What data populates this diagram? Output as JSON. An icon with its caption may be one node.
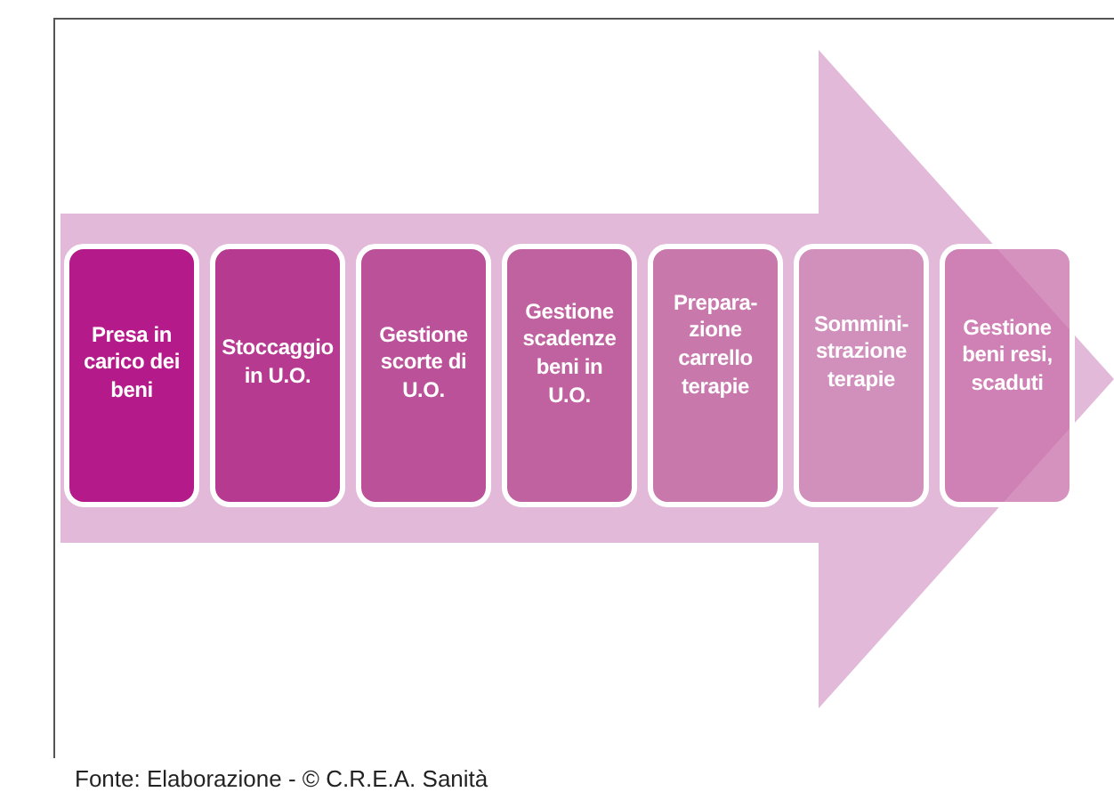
{
  "diagram": {
    "caption": "Fonte: Elaborazione - © C.R.E.A. Sanità",
    "nodes": [
      {
        "text": [],
        "shape": "arrow"
      },
      {
        "text": [
          "Presa in carico dei beni"
        ],
        "in": 0
      },
      {
        "text": [
          "Stoccaggio in U.O."
        ],
        "in": 0
      },
      {
        "text": [
          "Gestione scorte di U.O."
        ],
        "in": 0
      },
      {
        "text": [
          "Gestione scadenze beni in U.O."
        ],
        "in": 0
      },
      {
        "text": [
          "Prepara- zione carrello terapie"
        ],
        "in": 0
      },
      {
        "text": [
          "Sommini- strazione terapie"
        ],
        "in": 0
      },
      {
        "text": [
          "Gestione beni resi, scaduti"
        ],
        "in": 0
      }
    ]
  }
}
